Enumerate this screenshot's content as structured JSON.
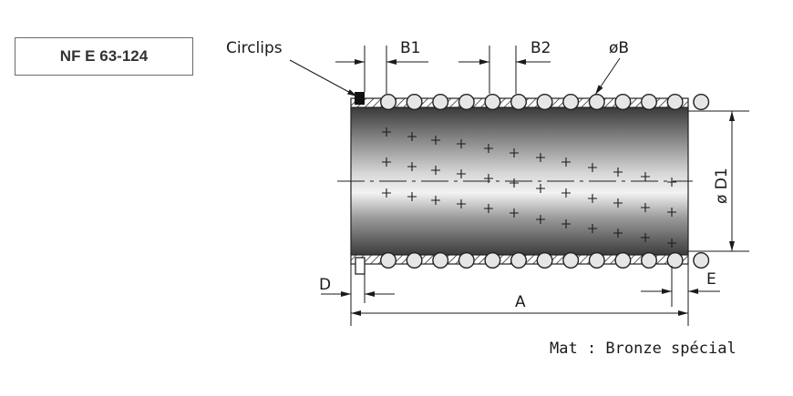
{
  "standard_label": "NF E 63-124",
  "labels": {
    "circlips": "Circlips",
    "b1": "B1",
    "b2": "B2",
    "phi_b": "øB",
    "phi_d1": "ø D1",
    "d": "D",
    "a": "A",
    "e": "E"
  },
  "material_note": "Mat : Bronze spécial"
}
